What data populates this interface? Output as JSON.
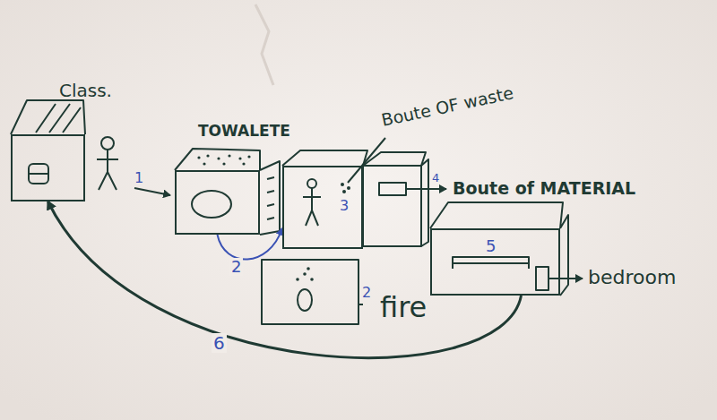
{
  "diagram": {
    "nodes": [
      {
        "text": [
          "Class."
        ]
      },
      {
        "text": [
          "TOWALETE"
        ]
      },
      {
        "text": [
          "3"
        ]
      },
      {
        "text": [
          "5"
        ]
      }
    ],
    "edges": [
      {
        "from": 1,
        "to": 2,
        "arrow": "to",
        "label": "2"
      },
      {
        "from": 3,
        "to": 0,
        "arrow": "to",
        "label": "6"
      }
    ],
    "labels": [
      "1",
      "Boute OF waste",
      "4",
      "Boute of MATERIAL",
      "2",
      "fire",
      "bedroom"
    ]
  }
}
